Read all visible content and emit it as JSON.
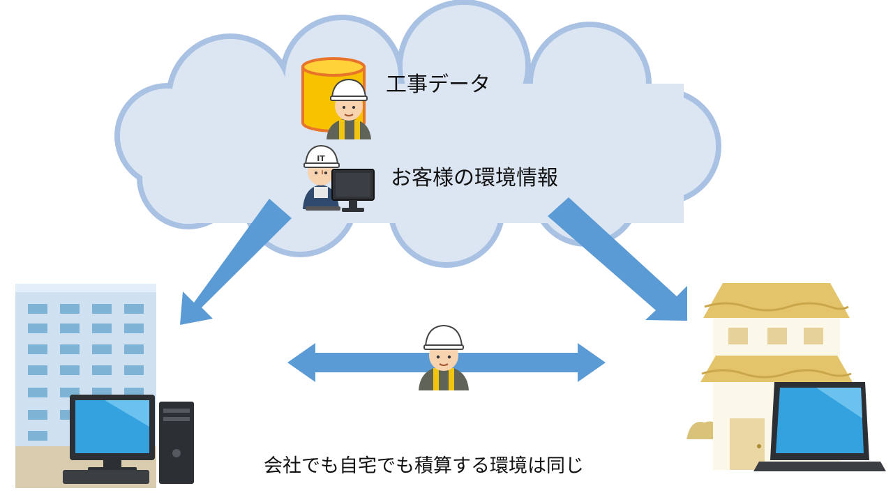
{
  "cloud": {
    "label_data": "工事データ",
    "label_environment": "お客様の環境情報",
    "it_badge": "IT"
  },
  "caption": "会社でも自宅でも積算する環境は同じ",
  "colors": {
    "cloud_fill": "#dce6f3",
    "cloud_stroke": "#a9c1e3",
    "arrow": "#5b9bd5",
    "database": "#f7c200",
    "building": "#cfe1f1",
    "house_wall": "#fbf8ea",
    "house_roof": "#e3c46b"
  }
}
